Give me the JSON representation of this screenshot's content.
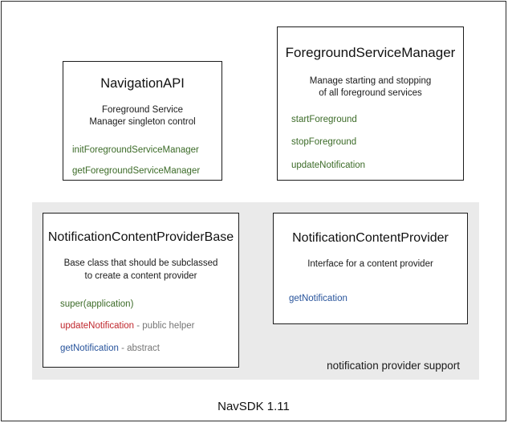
{
  "diagram": {
    "footer_label": "NavSDK 1.11",
    "group_panel": {
      "caption": "notification provider support"
    },
    "colors": {
      "frame": "#2b2b2b",
      "panel_bg": "#eaeaea",
      "box_border": "#1c1c1c",
      "method_green": "#3c6b28",
      "method_blue": "#27539b",
      "method_red": "#c0272d",
      "note_gray": "#757575"
    },
    "boxes": [
      {
        "id": "navigation-api",
        "title": "NavigationAPI",
        "description_lines": [
          "Foreground Service",
          "Manager singleton control"
        ],
        "members": [
          {
            "name": "initForegroundServiceManager",
            "note": ""
          },
          {
            "name": "getForegroundServiceManager",
            "note": ""
          }
        ]
      },
      {
        "id": "foreground-service-manager",
        "title": "ForegroundServiceManager",
        "description_lines": [
          "Manage starting and stopping",
          "of all foreground services"
        ],
        "members": [
          {
            "name": "startForeground",
            "note": ""
          },
          {
            "name": "stopForeground",
            "note": ""
          },
          {
            "name": "updateNotification",
            "note": ""
          }
        ]
      },
      {
        "id": "notification-content-provider-base",
        "title": "NotificationContentProviderBase",
        "description_lines": [
          "Base class that should be subclassed",
          "to create a content provider"
        ],
        "members": [
          {
            "name": "super(application)",
            "note": ""
          },
          {
            "name": "updateNotification",
            "note": " - public helper"
          },
          {
            "name": "getNotification",
            "note": " - abstract"
          }
        ]
      },
      {
        "id": "notification-content-provider",
        "title": "NotificationContentProvider",
        "description_lines": [
          "Interface for a content provider"
        ],
        "members": [
          {
            "name": "getNotification",
            "note": ""
          }
        ]
      }
    ]
  }
}
